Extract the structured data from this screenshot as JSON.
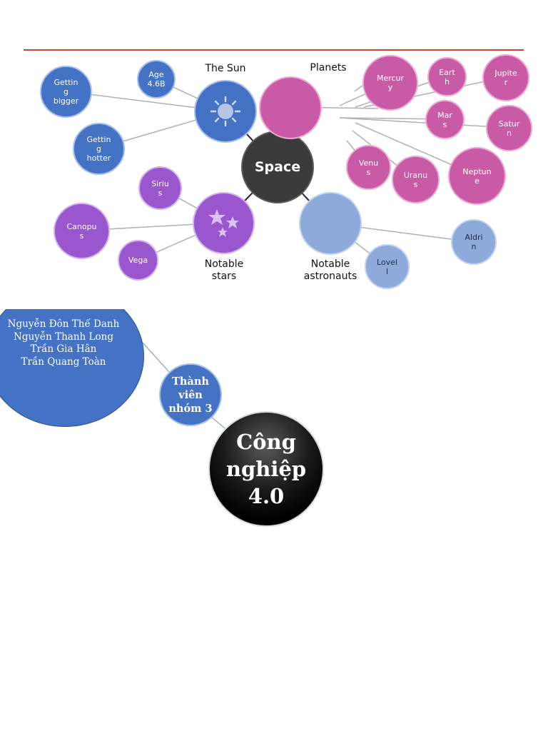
{
  "space_map": {
    "hub": "Space",
    "categories": {
      "sun": "The Sun",
      "planets": "Planets",
      "stars": "Notable\nstars",
      "astronauts": "Notable\nastronauts"
    },
    "sun_nodes": {
      "age": "Age\n4.6B",
      "bigger": "Gettin\ng\nbigger",
      "hotter": "Gettin\ng\nhotter"
    },
    "planet_nodes": {
      "mercury": "Mercur\ny",
      "earth": "Eart\nh",
      "jupiter": "Jupite\nr",
      "mars": "Mar\ns",
      "saturn": "Satur\nn",
      "venus": "Venu\ns",
      "uranus": "Uranu\ns",
      "neptune": "Neptun\ne"
    },
    "star_nodes": {
      "sirius": "Siriu\ns",
      "canopus": "Canopu\ns",
      "vega": "Vega"
    },
    "astronaut_nodes": {
      "aldrin": "Aldri\nn",
      "lovell": "Lovel\nl"
    },
    "icons": [
      "sun-icon",
      "stars-icon"
    ],
    "colors": {
      "sun": "#4472c4",
      "planets": "#c85aa6",
      "stars": "#9a57cd",
      "astronauts": "#8eaadb",
      "hub": "#3a3a3a",
      "rule": "#c9482b"
    }
  },
  "group_map": {
    "center": "Công\nnghiệp\n4.0",
    "group": "Thành\nviên\nnhóm 3",
    "members": "Nguyễn Đôn Thế Danh\nNguyễn Thanh Long\nTrần Gia Hân\nTrần Quang Toàn"
  }
}
